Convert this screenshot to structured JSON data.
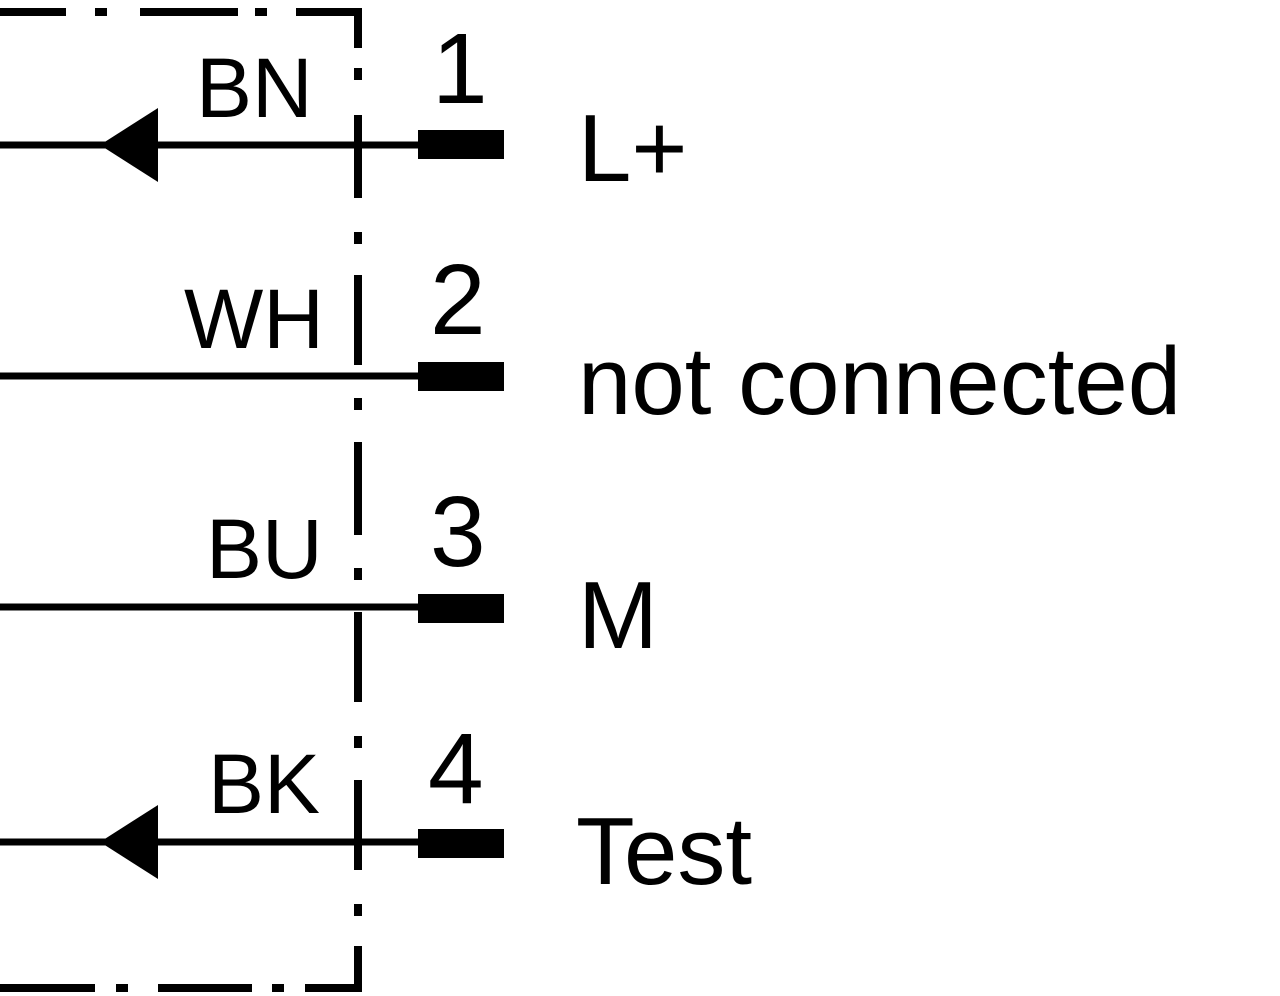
{
  "diagram": {
    "pins": [
      {
        "wire": "BN",
        "number": "1",
        "signal": "L+",
        "arrow": true
      },
      {
        "wire": "WH",
        "number": "2",
        "signal": "not connected",
        "arrow": false
      },
      {
        "wire": "BU",
        "number": "3",
        "signal": "M",
        "arrow": false
      },
      {
        "wire": "BK",
        "number": "4",
        "signal": "Test",
        "arrow": true
      }
    ],
    "colors": {
      "line": "#000000",
      "background": "#ffffff"
    }
  }
}
